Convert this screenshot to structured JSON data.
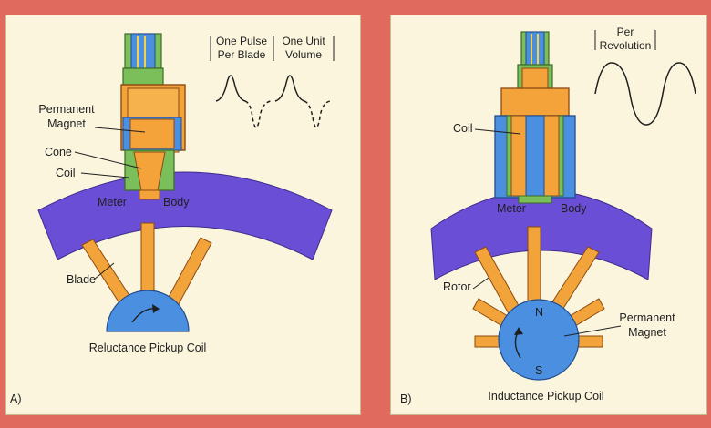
{
  "colors": {
    "frame": "#e06a5e",
    "panel": "#fbf5de",
    "meter_body": "#6a4fd6",
    "blade": "#f2a33a",
    "coil_blue": "#4a8fe0",
    "coil_green": "#7bbf5a",
    "orange": "#f4a23a"
  },
  "panel_a": {
    "tag": "A)",
    "caption": "Reluctance Pickup Coil",
    "labels": {
      "permanent_line1": "Permanent",
      "permanent_line2": "Magnet",
      "cone": "Cone",
      "coil": "Coil",
      "meter": "Meter",
      "body": "Body",
      "blade": "Blade"
    },
    "waveform_labels": {
      "pulse_line1": "One Pulse",
      "pulse_line2": "Per Blade",
      "unit_line1": "One Unit",
      "unit_line2": "Volume"
    }
  },
  "panel_b": {
    "tag": "B)",
    "caption": "Inductance Pickup Coil",
    "labels": {
      "coil": "Coil",
      "meter": "Meter",
      "body": "Body",
      "rotor": "Rotor",
      "permanent_line1": "Permanent",
      "permanent_line2": "Magnet",
      "north": "N",
      "south": "S"
    },
    "waveform_labels": {
      "per_line1": "Per",
      "per_line2": "Revolution"
    }
  }
}
